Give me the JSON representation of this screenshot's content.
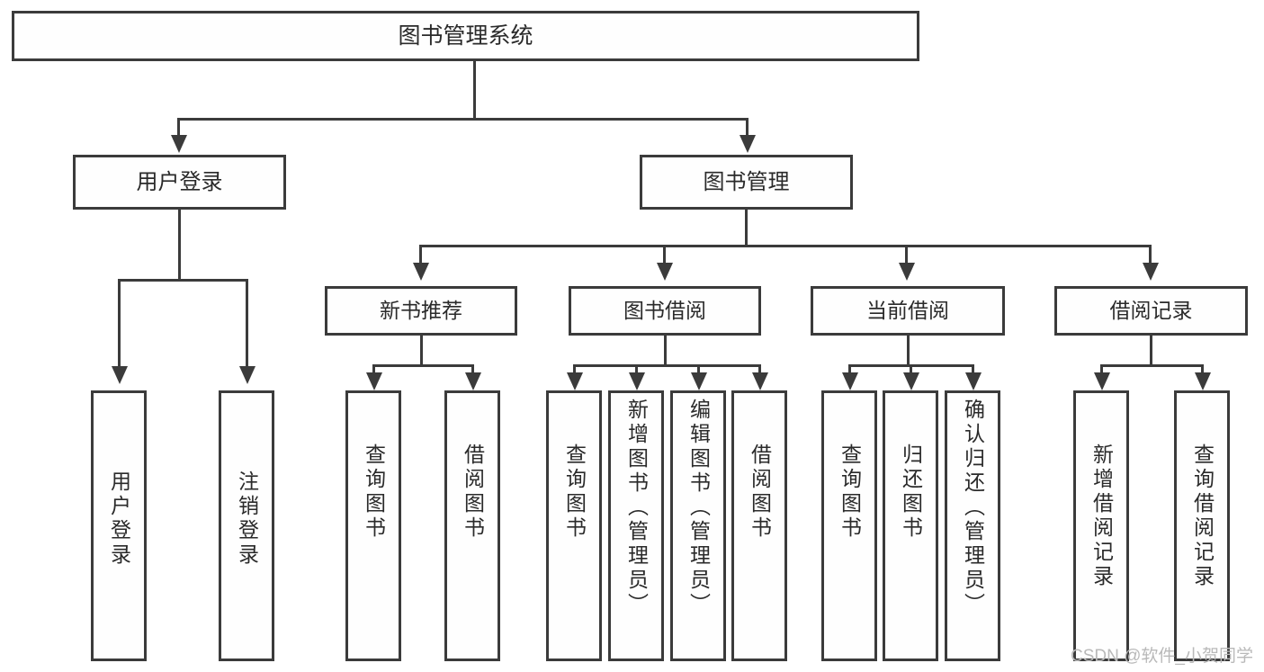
{
  "diagram": {
    "title": "图书管理系统",
    "root": {
      "label": "图书管理系统"
    },
    "level1": [
      {
        "label": "用户登录"
      },
      {
        "label": "图书管理"
      }
    ],
    "level2": [
      {
        "label": "新书推荐"
      },
      {
        "label": "图书借阅"
      },
      {
        "label": "当前借阅"
      },
      {
        "label": "借阅记录"
      }
    ],
    "leaves": {
      "user_login": [
        {
          "label": "用户登录"
        },
        {
          "label": "注销登录"
        }
      ],
      "new_book": [
        {
          "label": "查询图书"
        },
        {
          "label": "借阅图书"
        }
      ],
      "book_borrow": [
        {
          "label": "查询图书"
        },
        {
          "label": "新增图书（管理员）"
        },
        {
          "label": "编辑图书（管理员）"
        },
        {
          "label": "借阅图书"
        }
      ],
      "current_borrow": [
        {
          "label": "查询图书"
        },
        {
          "label": "归还图书"
        },
        {
          "label": "确认归还（管理员）"
        }
      ],
      "borrow_record": [
        {
          "label": "新增借阅记录"
        },
        {
          "label": "查询借阅记录"
        }
      ]
    }
  },
  "watermark": {
    "text": "CSDN @软件_小贺同学"
  },
  "colors": {
    "border": "#3b3b3b",
    "text": "#2a2a2a",
    "background": "#ffffff",
    "watermark": "#b9b9b9"
  }
}
